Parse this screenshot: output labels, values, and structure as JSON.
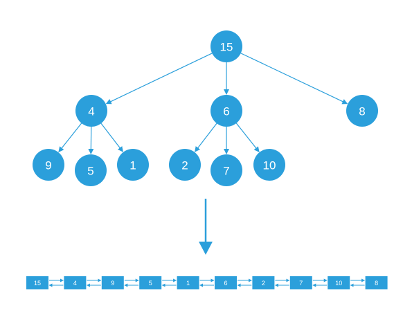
{
  "colors": {
    "accent": "#2b9fdb",
    "text_on_accent": "#ffffff",
    "background": "#ffffff"
  },
  "tree": {
    "root": {
      "label": "15",
      "children": [
        {
          "label": "4",
          "children": [
            {
              "label": "9",
              "children": []
            },
            {
              "label": "5",
              "children": []
            },
            {
              "label": "1",
              "children": []
            }
          ]
        },
        {
          "label": "6",
          "children": [
            {
              "label": "2",
              "children": []
            },
            {
              "label": "7",
              "children": []
            },
            {
              "label": "10",
              "children": []
            }
          ]
        },
        {
          "label": "8",
          "children": []
        }
      ]
    }
  },
  "list": {
    "items": [
      "15",
      "4",
      "9",
      "5",
      "1",
      "6",
      "2",
      "7",
      "10",
      "8"
    ],
    "links": "doubly-linked"
  },
  "arrow": {
    "direction": "down"
  }
}
